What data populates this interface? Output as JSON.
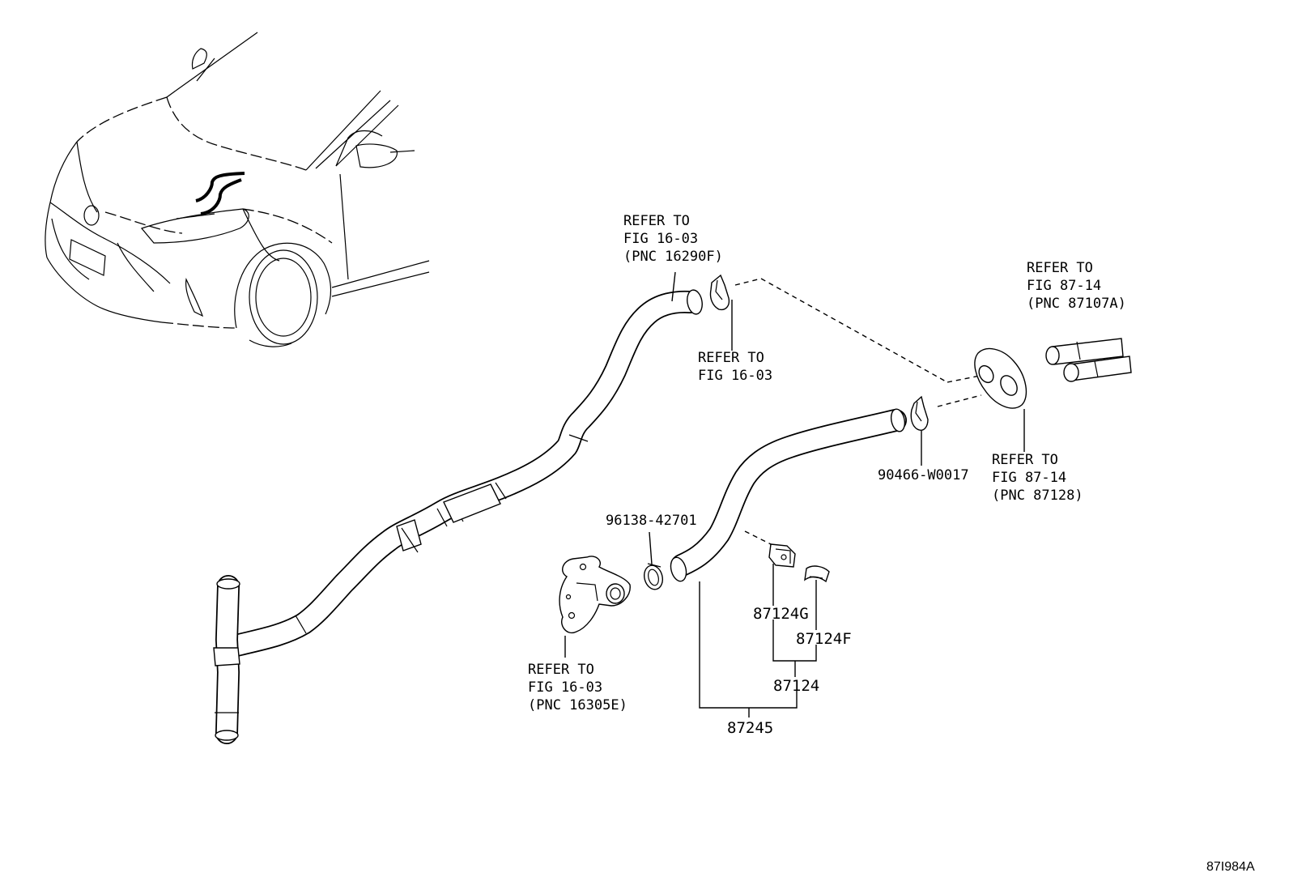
{
  "labels": {
    "refer_heater_hose_upper": [
      "REFER TO",
      "FIG 16-03",
      "(PNC 16290F)"
    ],
    "refer_clamp_upper": [
      "REFER TO",
      "FIG 16-03"
    ],
    "refer_heater_pipe": [
      "REFER TO",
      "FIG 87-14",
      "(PNC 87107A)"
    ],
    "refer_grommet": [
      "REFER TO",
      "FIG 87-14",
      "(PNC 87128)"
    ],
    "refer_water_outlet": [
      "REFER TO",
      "FIG 16-03",
      "(PNC 16305E)"
    ],
    "part_clip_90466": "90466-W0017",
    "part_clamp_96138": "96138-42701",
    "part_87124G": "87124G",
    "part_87124F": "87124F",
    "part_87124": "87124",
    "part_87245": "87245",
    "illustration_code": "87I984A"
  }
}
